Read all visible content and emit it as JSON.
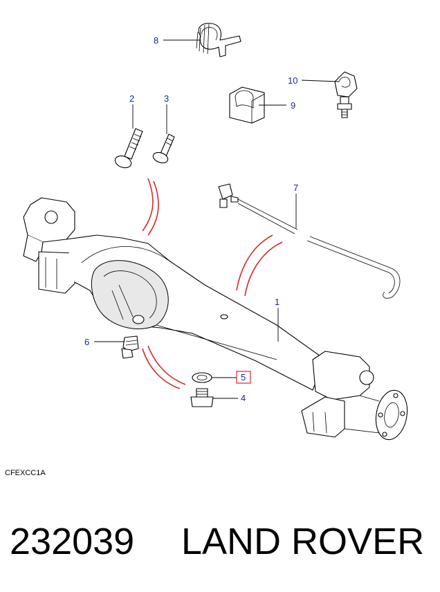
{
  "diagram": {
    "drawing_code": "CFEXCC1A",
    "callouts": [
      {
        "id": "c1",
        "label": "1"
      },
      {
        "id": "c2",
        "label": "2"
      },
      {
        "id": "c3",
        "label": "3"
      },
      {
        "id": "c4",
        "label": "4"
      },
      {
        "id": "c5",
        "label": "5",
        "highlighted": true
      },
      {
        "id": "c6",
        "label": "6"
      },
      {
        "id": "c7",
        "label": "7"
      },
      {
        "id": "c8",
        "label": "8"
      },
      {
        "id": "c9",
        "label": "9"
      },
      {
        "id": "c10",
        "label": "10"
      }
    ],
    "colors": {
      "callout_text": "#1a2a8c",
      "highlight_box": "#d8262a",
      "arc_marks": "#d8262a"
    }
  },
  "footer": {
    "part_number": "232039",
    "brand": "LAND ROVER"
  }
}
